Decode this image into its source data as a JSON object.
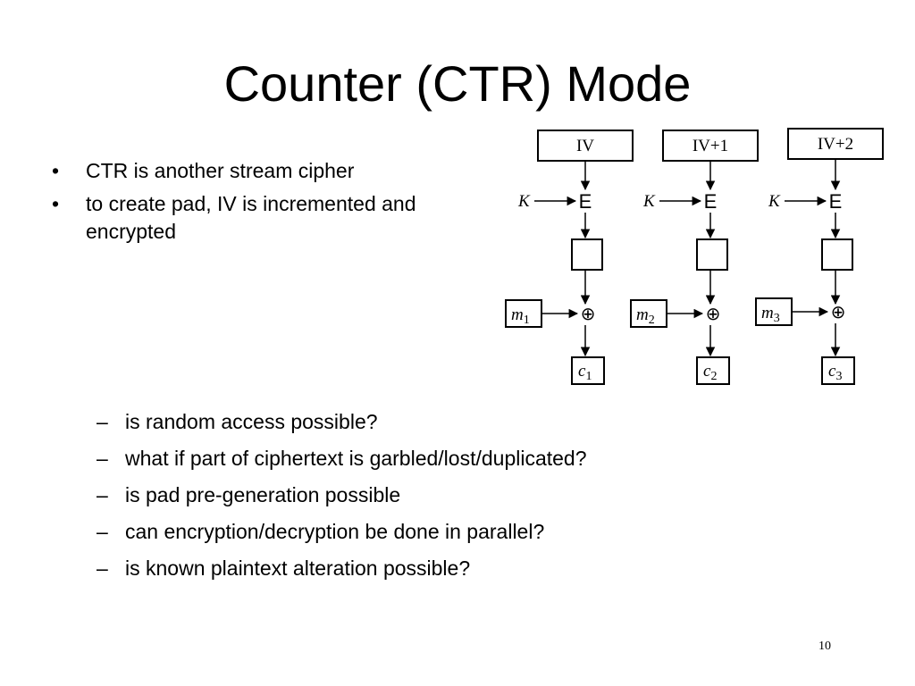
{
  "slide": {
    "title": "Counter (CTR) Mode",
    "page_number": "10",
    "bullets": [
      {
        "marker": "•",
        "text": "CTR is another stream cipher"
      },
      {
        "marker": "•",
        "text": "to create pad, IV is incremented and encrypted"
      }
    ],
    "sub_bullets": [
      {
        "marker": "–",
        "text": "is random access possible?"
      },
      {
        "marker": "–",
        "text": "what if part of ciphertext is garbled/lost/duplicated?"
      },
      {
        "marker": "–",
        "text": "is pad pre-generation possible"
      },
      {
        "marker": "–",
        "text": "can encryption/decryption be done in parallel?"
      },
      {
        "marker": "–",
        "text": "is known plaintext alteration possible?"
      }
    ]
  },
  "diagram": {
    "columns": [
      {
        "counter": "IV",
        "key": "K",
        "encrypt": "E",
        "xor": "⊕",
        "plaintext": "m",
        "plaintext_sub": "1",
        "ciphertext": "c",
        "ciphertext_sub": "1"
      },
      {
        "counter": "IV+1",
        "key": "K",
        "encrypt": "E",
        "xor": "⊕",
        "plaintext": "m",
        "plaintext_sub": "2",
        "ciphertext": "c",
        "ciphertext_sub": "2"
      },
      {
        "counter": "IV+2",
        "key": "K",
        "encrypt": "E",
        "xor": "⊕",
        "plaintext": "m",
        "plaintext_sub": "3",
        "ciphertext": "c",
        "ciphertext_sub": "3"
      }
    ]
  }
}
